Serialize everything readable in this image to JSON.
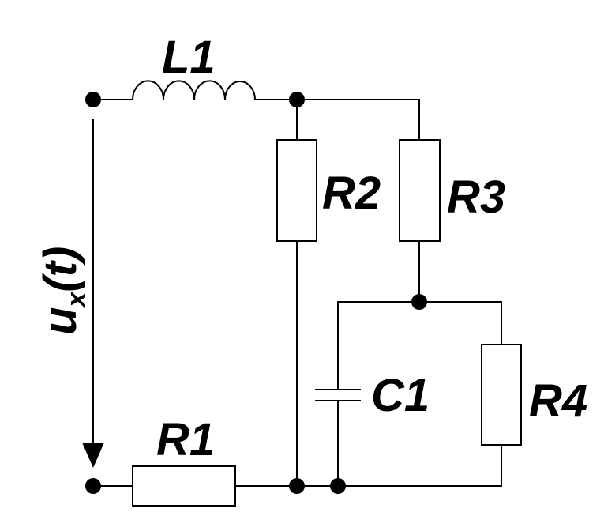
{
  "circuit": {
    "labels": {
      "L1": "L1",
      "R1": "R1",
      "R2": "R2",
      "R3": "R3",
      "R4": "R4",
      "C1": "C1"
    },
    "voltage": {
      "symbol": "u",
      "subscript": "x",
      "argument": "(t)"
    },
    "colors": {
      "line": "#000000",
      "background": "#ffffff"
    }
  }
}
